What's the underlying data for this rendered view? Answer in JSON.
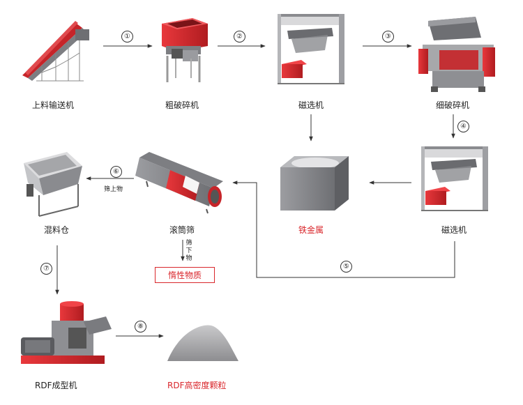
{
  "colors": {
    "accent_red": "#d9262b",
    "machine_gray": "#8e8f93",
    "arrow": "#333333"
  },
  "nodes": {
    "feeder": "上料输送机",
    "coarse_shredder": "粗破碎机",
    "magnetic_separator_1": "磁选机",
    "fine_shredder": "细破碎机",
    "magnetic_separator_2": "磁选机",
    "iron_metal": "铁金属",
    "trommel_screen": "滚筒筛",
    "mixing_bin": "混料仓",
    "inert_material": "惰性物质",
    "rdf_press": "RDF成型机",
    "rdf_pellets": "RDF高密度颗粒"
  },
  "steps": [
    "①",
    "②",
    "③",
    "④",
    "⑤",
    "⑥",
    "⑦",
    "⑧"
  ],
  "edge_labels": {
    "oversize": "筛上物",
    "undersize_chars": [
      "筛",
      "下",
      "物"
    ]
  }
}
